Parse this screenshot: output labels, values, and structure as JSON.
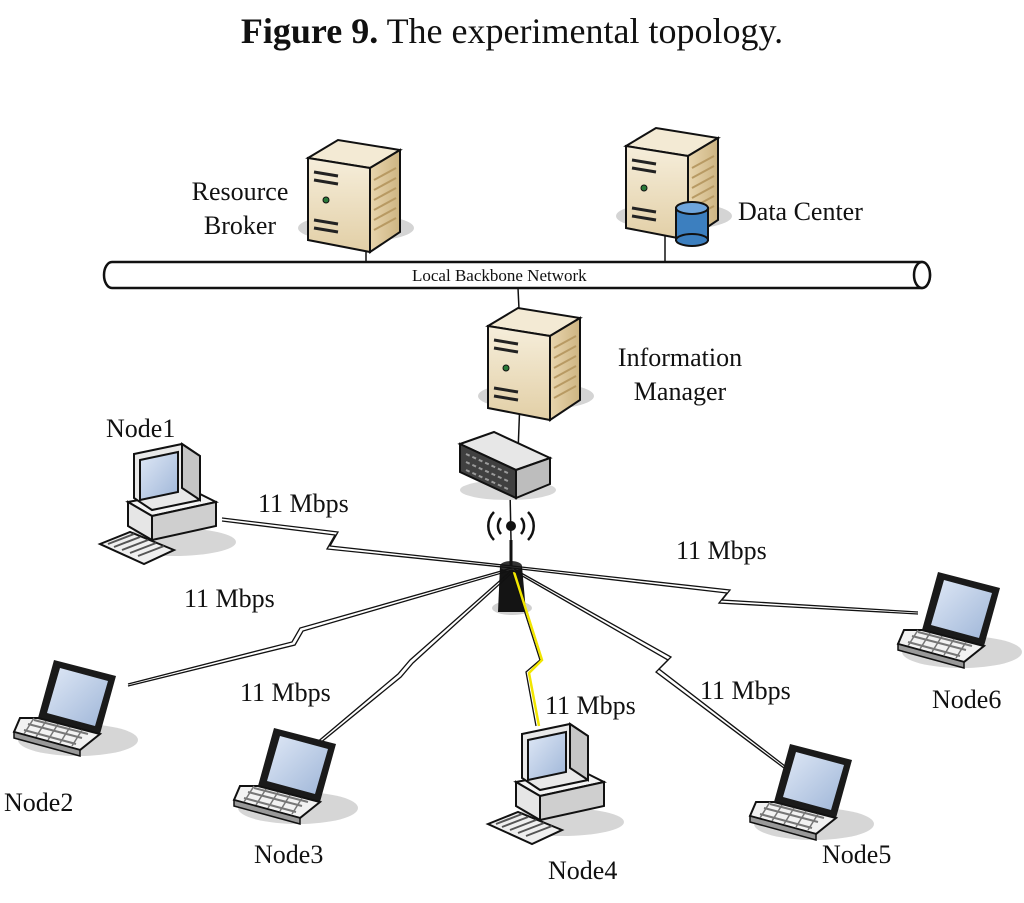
{
  "figure": {
    "label": "Figure 9.",
    "caption": "The experimental topology."
  },
  "backbone": {
    "label": "Local Backbone Network"
  },
  "servers": {
    "resource_broker": {
      "line1": "Resource",
      "line2": "Broker"
    },
    "data_center": {
      "label": "Data Center"
    },
    "information_manager": {
      "line1": "Information",
      "line2": "Manager"
    }
  },
  "nodes": {
    "node1": "Node1",
    "node2": "Node2",
    "node3": "Node3",
    "node4": "Node4",
    "node5": "Node5",
    "node6": "Node6"
  },
  "links": {
    "node1": "11 Mbps",
    "node2": "11 Mbps",
    "node3": "11 Mbps",
    "node4": "11 Mbps",
    "node5": "11 Mbps",
    "node6": "11 Mbps"
  },
  "icons": [
    "server-tower-icon",
    "database-icon",
    "network-switch-icon",
    "wireless-access-point-icon",
    "desktop-computer-icon",
    "laptop-icon"
  ],
  "colors": {
    "server": "#efe3c8",
    "database": "#3c7fbf",
    "wireless_highlight": "#f2e600"
  }
}
